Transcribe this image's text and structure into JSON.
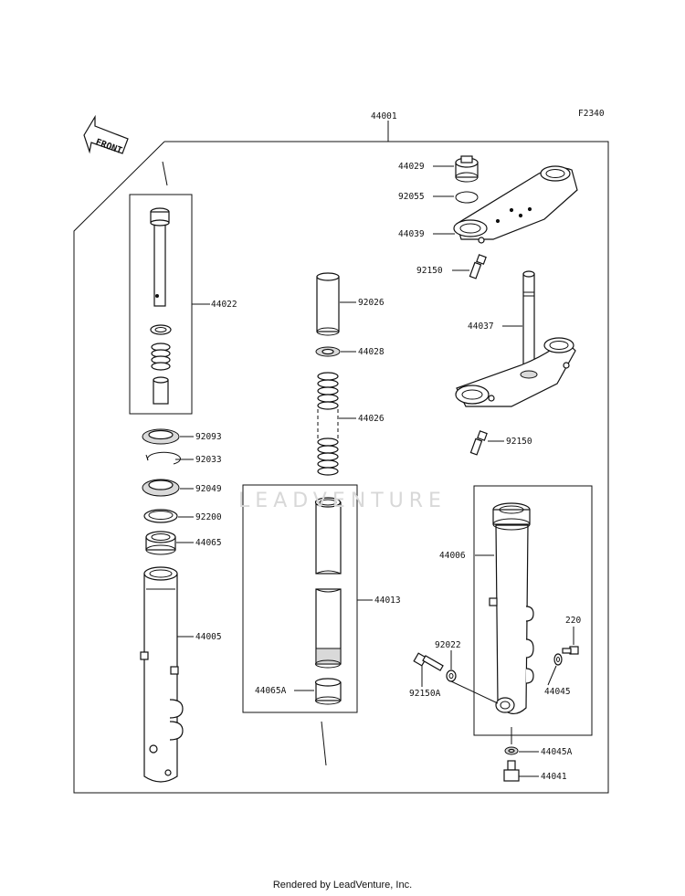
{
  "diagram_code": "F2340",
  "front_label": "FRONT",
  "assembly_number": "44001",
  "parts": {
    "p44022": "44022",
    "p92093": "92093",
    "p92033": "92033",
    "p92049": "92049",
    "p92200": "92200",
    "p44065": "44065",
    "p44005": "44005",
    "p92026": "92026",
    "p44028": "44028",
    "p44026": "44026",
    "p44013": "44013",
    "p44065A": "44065A",
    "p44029": "44029",
    "p92055": "92055",
    "p44039": "44039",
    "p92150_top": "92150",
    "p44037": "44037",
    "p92150_mid": "92150",
    "p44006": "44006",
    "p220": "220",
    "p92022": "92022",
    "p92150A": "92150A",
    "p44045": "44045",
    "p44045A": "44045A",
    "p44041": "44041"
  },
  "watermark": "LEADVENTURE",
  "footer": "Rendered by LeadVenture, Inc."
}
